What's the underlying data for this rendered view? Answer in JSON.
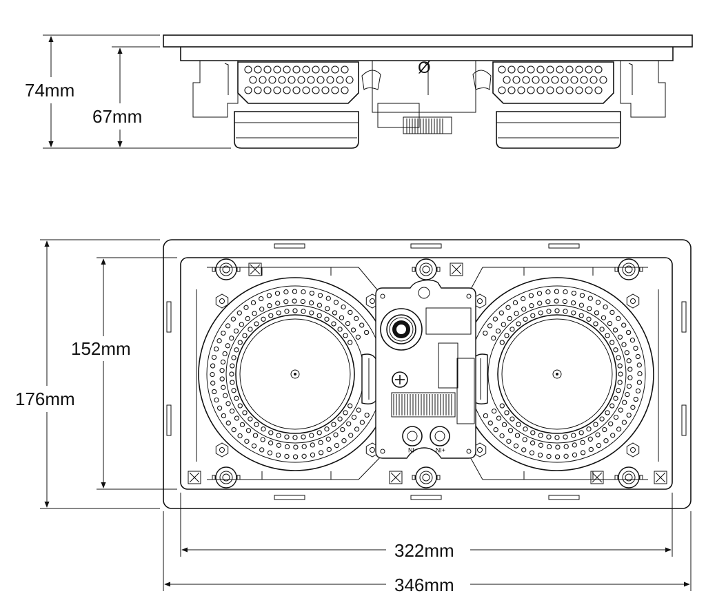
{
  "dimensions": {
    "side_total_height": "74mm",
    "side_body_height": "67mm",
    "front_inner_height": "152mm",
    "front_outer_height": "176mm",
    "front_inner_width": "322mm",
    "front_outer_width": "346mm"
  },
  "symbols": {
    "diameter": "Ø"
  },
  "terminals": {
    "negative": "-IN",
    "positive": "+IN"
  }
}
